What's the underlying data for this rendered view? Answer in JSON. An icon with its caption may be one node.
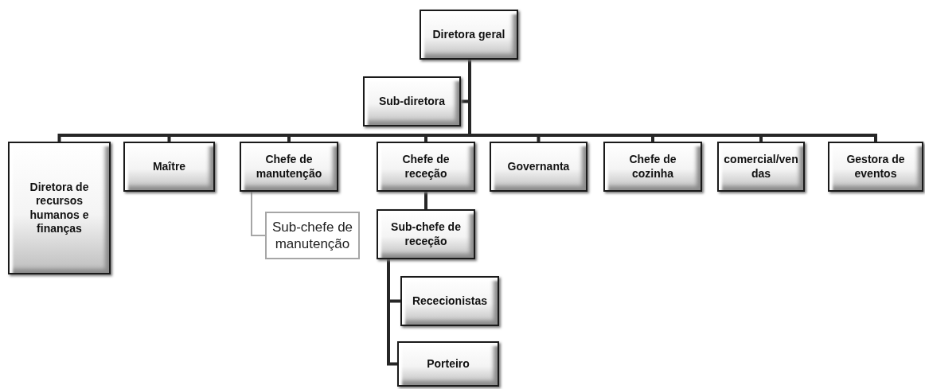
{
  "diagram": {
    "nodes": [
      {
        "text": [
          "Diretora geral"
        ]
      },
      {
        "text": [
          "Sub-diretora"
        ]
      },
      {
        "text": [
          "Diretora de recursos humanos e finanças"
        ]
      },
      {
        "text": [
          "Maître"
        ]
      },
      {
        "text": [
          "Chefe de manutenção"
        ]
      },
      {
        "text": [
          "Sub-chefe de manutenção"
        ]
      },
      {
        "text": [
          "Chefe de receção"
        ]
      },
      {
        "text": [
          "Sub-chefe de receção"
        ]
      },
      {
        "text": [
          "Rececionistas"
        ]
      },
      {
        "text": [
          "Porteiro"
        ]
      },
      {
        "text": [
          "Governanta"
        ]
      },
      {
        "text": [
          "Chefe de cozinha"
        ]
      },
      {
        "text": [
          "comercial/vendas"
        ]
      },
      {
        "text": [
          "Gestora de eventos"
        ]
      }
    ],
    "edges": [
      {
        "from": 0,
        "to": 1,
        "arrow": "none"
      },
      {
        "from": 0,
        "to": 2,
        "arrow": "none"
      },
      {
        "from": 0,
        "to": 3,
        "arrow": "none"
      },
      {
        "from": 0,
        "to": 4,
        "arrow": "none"
      },
      {
        "from": 4,
        "to": 5,
        "arrow": "none",
        "color": "#a6a6a6"
      },
      {
        "from": 0,
        "to": 6,
        "arrow": "none"
      },
      {
        "from": 6,
        "to": 7,
        "arrow": "none"
      },
      {
        "from": 7,
        "to": 8,
        "arrow": "none"
      },
      {
        "from": 7,
        "to": 9,
        "arrow": "none"
      },
      {
        "from": 0,
        "to": 10,
        "arrow": "none"
      },
      {
        "from": 0,
        "to": 11,
        "arrow": "none"
      },
      {
        "from": 0,
        "to": 12,
        "arrow": "none"
      },
      {
        "from": 0,
        "to": 13,
        "arrow": "none"
      }
    ]
  }
}
